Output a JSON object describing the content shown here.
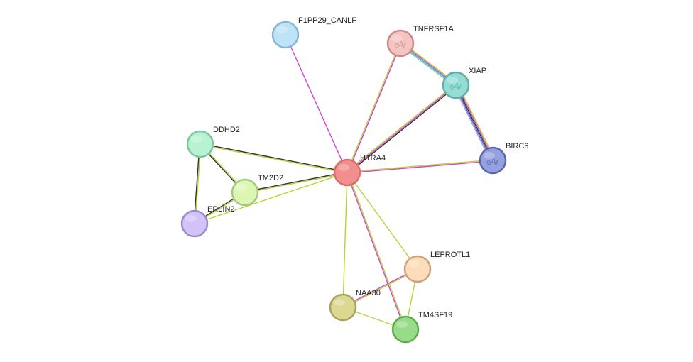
{
  "nodes": [
    {
      "id": "HTRA4",
      "label": "HTRA4",
      "fill": "#f28e8e",
      "stroke": "#d86f6f",
      "icon": "none"
    },
    {
      "id": "F1PP29_CANLF",
      "label": "F1PP29_CANLF",
      "fill": "#bde3f7",
      "stroke": "#86b6d6",
      "icon": "none"
    },
    {
      "id": "TNFRSF1A",
      "label": "TNFRSF1A",
      "fill": "#f6c3c3",
      "stroke": "#c98b8b",
      "icon": "protein-structure-icon"
    },
    {
      "id": "XIAP",
      "label": "XIAP",
      "fill": "#95ddd4",
      "stroke": "#5fb0a5",
      "icon": "protein-structure-icon"
    },
    {
      "id": "BIRC6",
      "label": "BIRC6",
      "fill": "#94a0e0",
      "stroke": "#5b66a8",
      "icon": "protein-structure-icon"
    },
    {
      "id": "DDHD2",
      "label": "DDHD2",
      "fill": "#b7f2d3",
      "stroke": "#7cc6a0",
      "icon": "none"
    },
    {
      "id": "TM2D2",
      "label": "TM2D2",
      "fill": "#dcf7b4",
      "stroke": "#a7c882",
      "icon": "none"
    },
    {
      "id": "ERLIN2",
      "label": "ERLIN2",
      "fill": "#d2c2f8",
      "stroke": "#9d8ac8",
      "icon": "none"
    },
    {
      "id": "LEPROTL1",
      "label": "LEPROTL1",
      "fill": "#fcdcb9",
      "stroke": "#cda37b",
      "icon": "none"
    },
    {
      "id": "NAA30",
      "label": "NAA30",
      "fill": "#dbd892",
      "stroke": "#a8a45f",
      "icon": "none"
    },
    {
      "id": "TM4SF19",
      "label": "TM4SF19",
      "fill": "#97dc87",
      "stroke": "#5faa4f",
      "icon": "none"
    }
  ],
  "edges": [
    {
      "source": "HTRA4",
      "target": "F1PP29_CANLF",
      "colors": [
        "#d245d2"
      ]
    },
    {
      "source": "HTRA4",
      "target": "TNFRSF1A",
      "colors": [
        "#b5d43c",
        "#d245d2"
      ]
    },
    {
      "source": "HTRA4",
      "target": "XIAP",
      "colors": [
        "#b5d43c",
        "#d245d2",
        "#333333"
      ]
    },
    {
      "source": "HTRA4",
      "target": "BIRC6",
      "colors": [
        "#b5d43c",
        "#d245d2"
      ]
    },
    {
      "source": "TNFRSF1A",
      "target": "XIAP",
      "colors": [
        "#b5d43c",
        "#d245d2",
        "#3cb4e0",
        "#7bd68a"
      ]
    },
    {
      "source": "XIAP",
      "target": "BIRC6",
      "colors": [
        "#b5d43c",
        "#d245d2",
        "#333333",
        "#5560c8",
        "#9aa8d8"
      ]
    },
    {
      "source": "HTRA4",
      "target": "DDHD2",
      "colors": [
        "#b5d43c",
        "#333333"
      ]
    },
    {
      "source": "HTRA4",
      "target": "TM2D2",
      "colors": [
        "#b5d43c",
        "#333333"
      ]
    },
    {
      "source": "HTRA4",
      "target": "ERLIN2",
      "colors": [
        "#b5d43c"
      ]
    },
    {
      "source": "DDHD2",
      "target": "TM2D2",
      "colors": [
        "#b5d43c",
        "#333333"
      ]
    },
    {
      "source": "DDHD2",
      "target": "ERLIN2",
      "colors": [
        "#b5d43c",
        "#333333"
      ]
    },
    {
      "source": "TM2D2",
      "target": "ERLIN2",
      "colors": [
        "#b5d43c",
        "#333333"
      ]
    },
    {
      "source": "HTRA4",
      "target": "LEPROTL1",
      "colors": [
        "#b5d43c"
      ]
    },
    {
      "source": "HTRA4",
      "target": "NAA30",
      "colors": [
        "#b5d43c"
      ]
    },
    {
      "source": "HTRA4",
      "target": "TM4SF19",
      "colors": [
        "#b5d43c",
        "#d245d2"
      ]
    },
    {
      "source": "LEPROTL1",
      "target": "NAA30",
      "colors": [
        "#b5d43c",
        "#d245d2"
      ]
    },
    {
      "source": "LEPROTL1",
      "target": "TM4SF19",
      "colors": [
        "#b5d43c"
      ]
    },
    {
      "source": "NAA30",
      "target": "TM4SF19",
      "colors": [
        "#b5d43c"
      ]
    }
  ]
}
